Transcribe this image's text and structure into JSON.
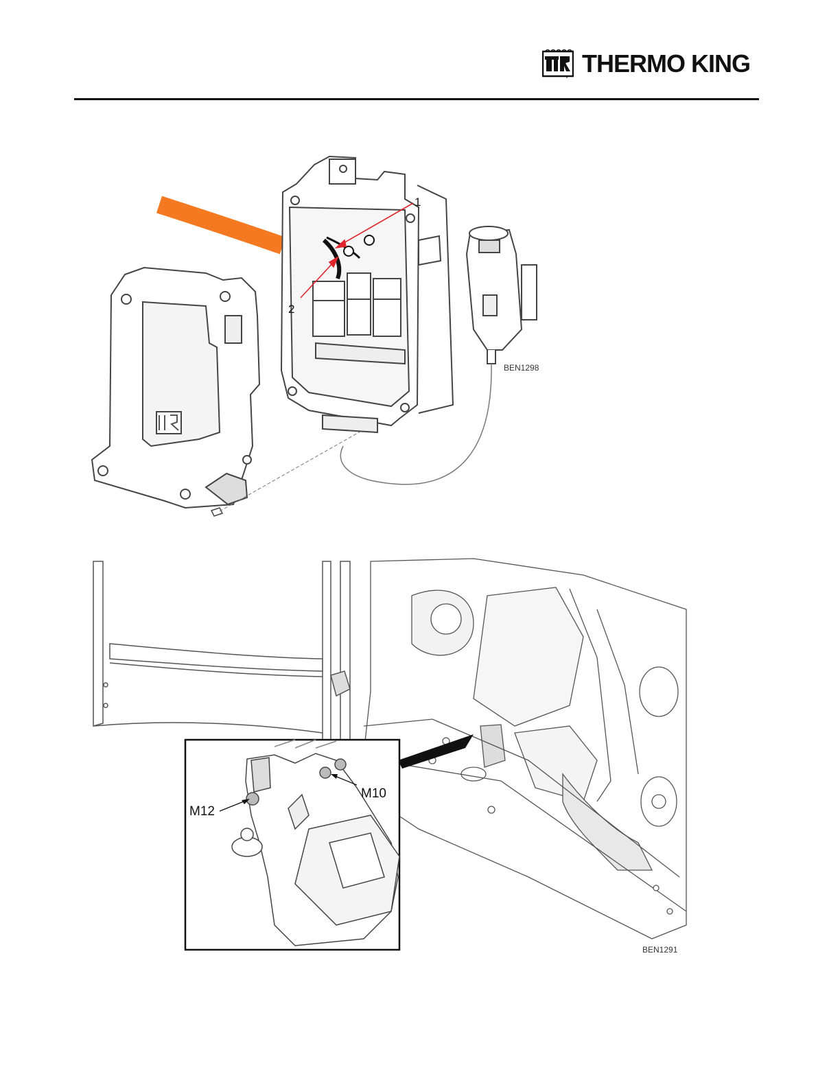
{
  "header": {
    "brand_name": "THERMO KING",
    "logo_icon": "thermo-king-emblem-icon"
  },
  "figure_1": {
    "callouts": [
      "1",
      "2"
    ],
    "figure_code": "BEN1298",
    "highlight_color": "#f47920",
    "arrow_color": "#e0262b"
  },
  "figure_2": {
    "inset_labels": {
      "left": "M12",
      "right": "M10"
    },
    "figure_code": "BEN1291"
  }
}
